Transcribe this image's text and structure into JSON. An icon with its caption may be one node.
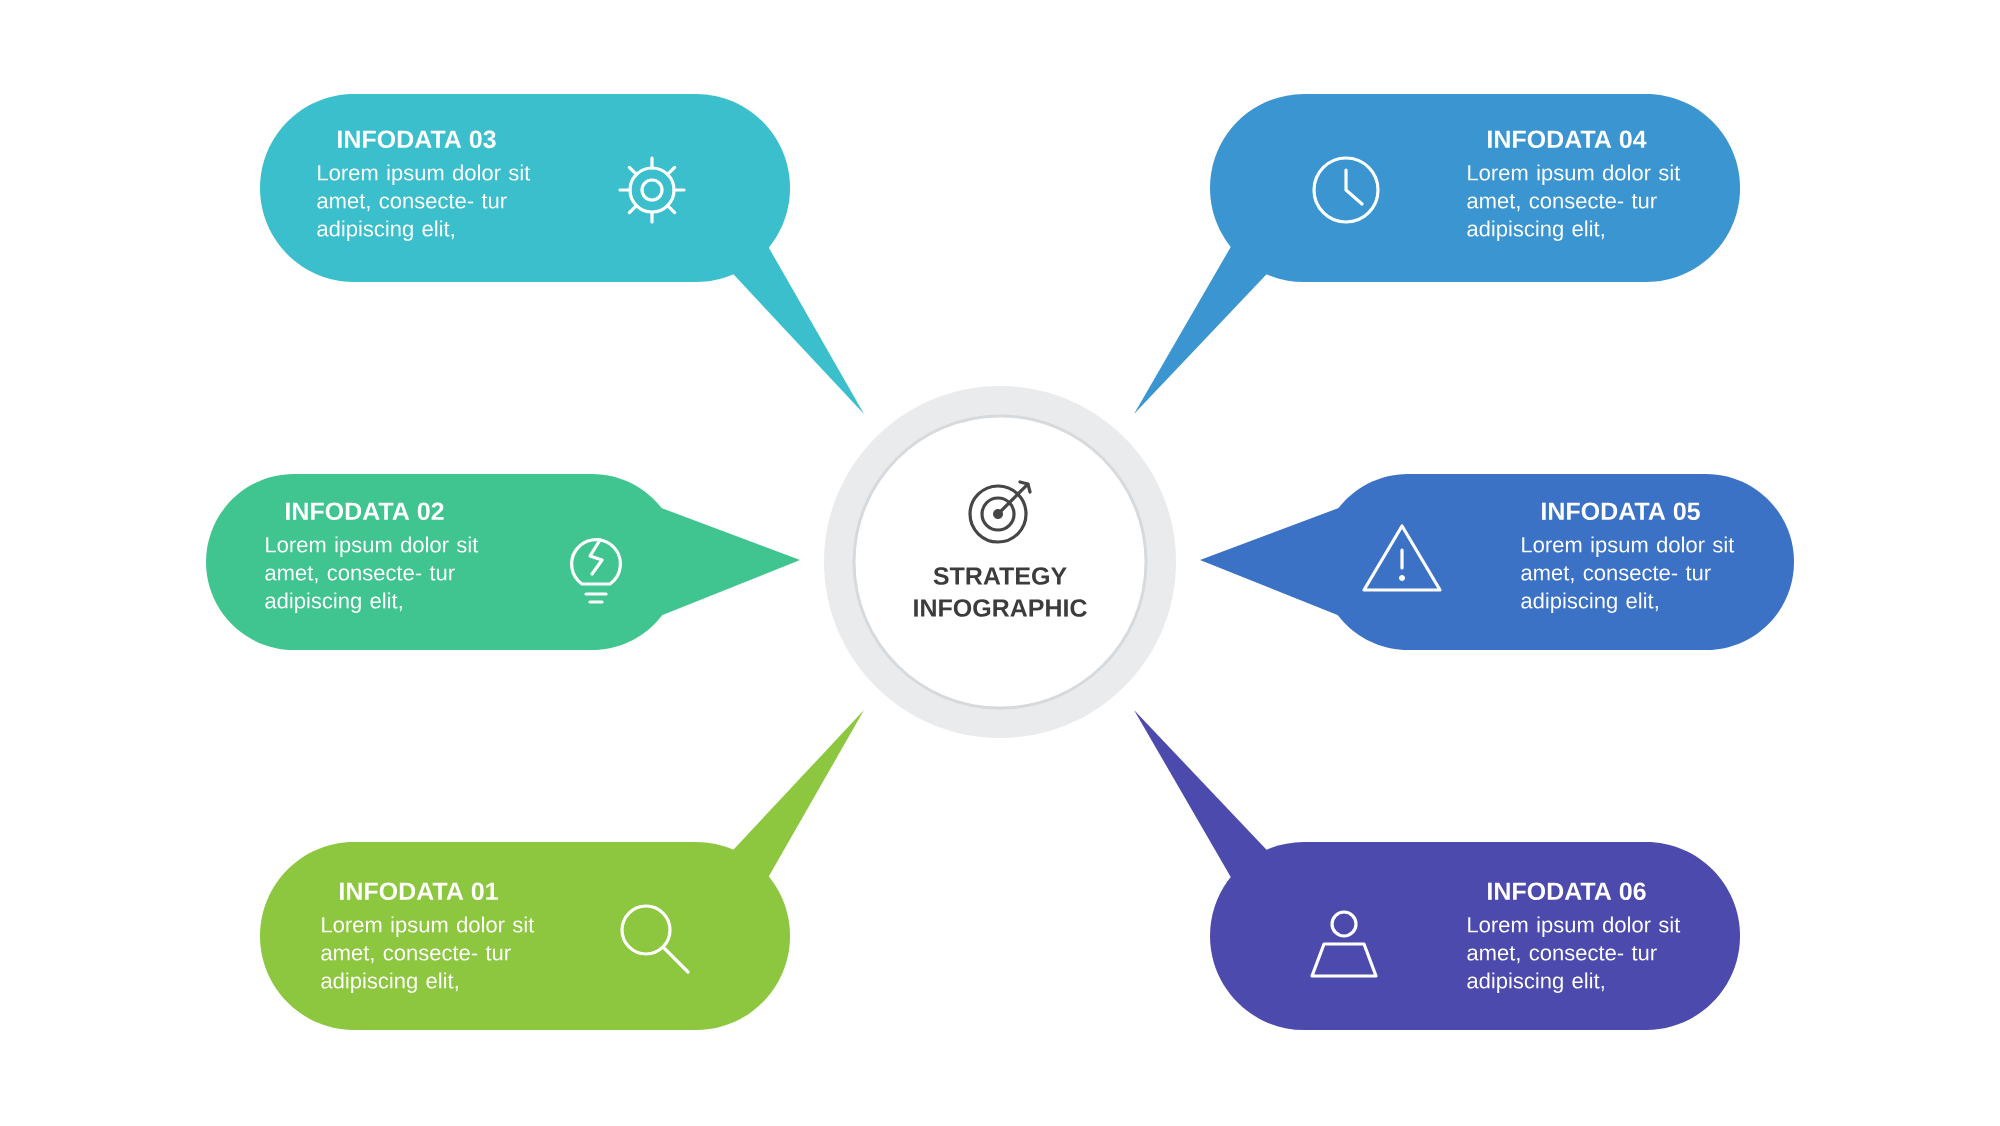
{
  "diagram": {
    "nodes": [
      {
        "text": [
          "INFODATA 03",
          "Lorem ipsum dolor sit amet, consecte- tur adipiscing elit,"
        ]
      },
      {
        "text": [
          "INFODATA 04",
          "Lorem ipsum dolor sit amet, consecte- tur adipiscing elit,"
        ]
      },
      {
        "text": [
          "INFODATA 02",
          "Lorem ipsum dolor sit amet, consecte- tur adipiscing elit,"
        ]
      },
      {
        "text": [
          "STRATEGY INFOGRAPHIC"
        ]
      },
      {
        "text": [
          "INFODATA 05",
          "Lorem ipsum dolor sit amet, consecte- tur adipiscing elit,"
        ]
      },
      {
        "text": [
          "INFODATA 01",
          "Lorem ipsum dolor sit amet, consecte- tur adipiscing elit,"
        ]
      },
      {
        "text": [
          "INFODATA 06",
          "Lorem ipsum dolor sit amet, consecte- tur adipiscing elit,"
        ]
      }
    ]
  }
}
